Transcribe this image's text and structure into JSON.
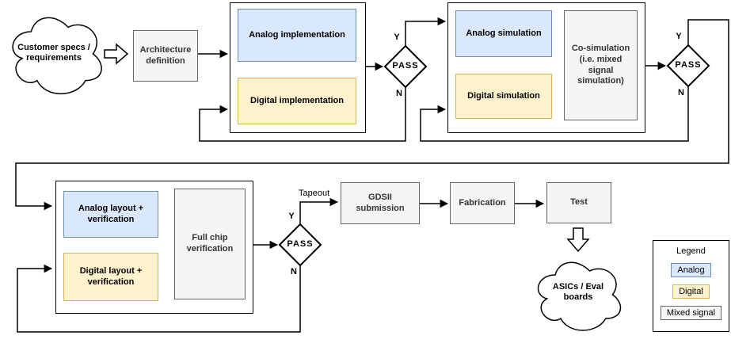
{
  "flow": {
    "customer_cloud": "Customer specs / requirements",
    "architecture": "Architecture definition",
    "implementation": {
      "analog": "Analog implementation",
      "digital": "Digital implementation"
    },
    "simulation": {
      "analog": "Analog simulation",
      "digital": "Digital simulation",
      "cosim": "Co-simulation (i.e. mixed signal simulation)"
    },
    "layout": {
      "analog": "Analog layout + verification",
      "digital": "Digital layout + verification",
      "fullchip": "Full chip verification"
    },
    "decision": {
      "label": "PASS",
      "yes": "Y",
      "no": "N"
    },
    "tapeout_label": "Tapeout",
    "gdsii": "GDSII submission",
    "fabrication": "Fabrication",
    "test": "Test",
    "output_cloud": "ASICs / Eval boards"
  },
  "legend": {
    "title": "Legend",
    "items": [
      {
        "label": "Analog",
        "type": "analog"
      },
      {
        "label": "Digital",
        "type": "digital"
      },
      {
        "label": "Mixed signal",
        "type": "mixed"
      }
    ]
  },
  "colors": {
    "analog_fill": "#dae8fc",
    "analog_border": "#6c8ebf",
    "digital_fill": "#fff2cc",
    "digital_border": "#d6b656",
    "mixed_fill": "#f5f5f5",
    "mixed_border": "#666666",
    "container_border": "#000000",
    "connector": "#000000"
  }
}
